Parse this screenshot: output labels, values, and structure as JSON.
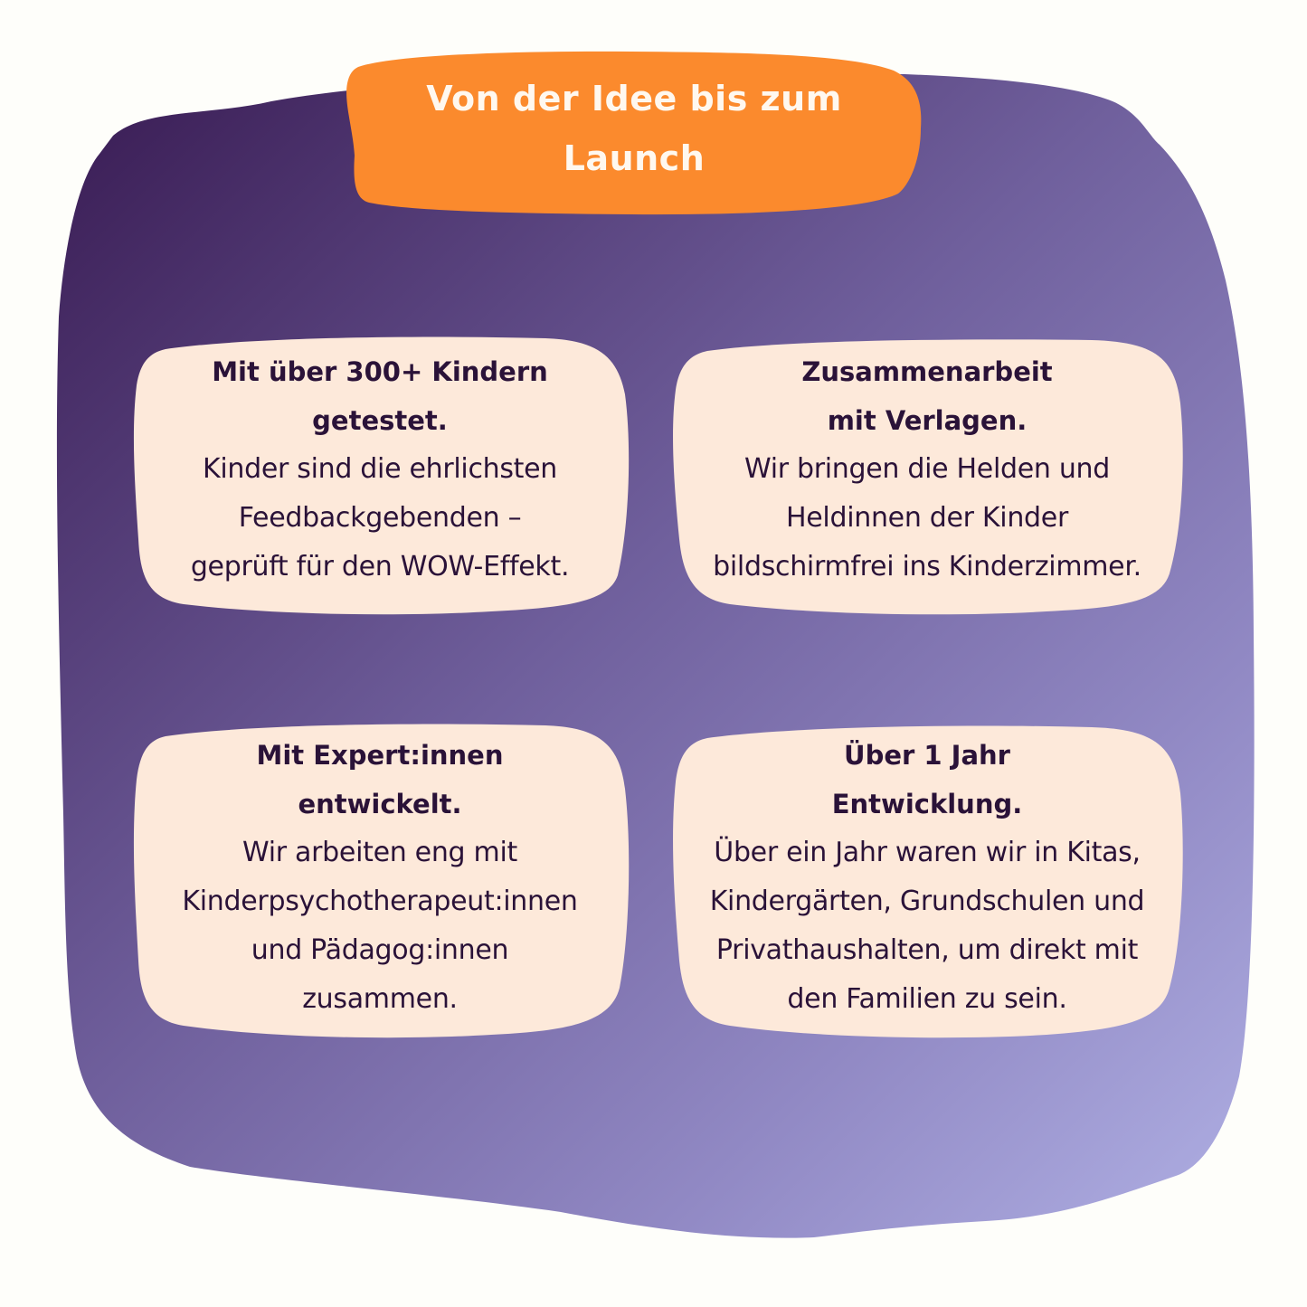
{
  "colors": {
    "page_background": "#fefefa",
    "blob_gradient_start": "#3a1d55",
    "blob_gradient_mid": "#7a6ea8",
    "blob_gradient_end": "#aaaadf",
    "banner_orange": "#fb8a2d",
    "banner_text": "#fff8ef",
    "card_background": "#fde9da",
    "card_text": "#2a1238"
  },
  "header": {
    "title_line1": "Von der Idee bis zum",
    "title_line2": "Launch"
  },
  "cards": [
    {
      "title_lines": [
        "Mit über 300+ Kindern",
        "getestet."
      ],
      "body_lines": [
        "Kinder sind die ehrlichsten",
        "Feedbackgebenden –",
        "geprüft für den WOW-Effekt."
      ]
    },
    {
      "title_lines": [
        "Zusammenarbeit",
        "mit Verlagen."
      ],
      "body_lines": [
        "Wir bringen die Helden und",
        "Heldinnen der Kinder",
        "bildschirmfrei ins Kinderzimmer."
      ]
    },
    {
      "title_lines": [
        "Mit Expert:innen",
        "entwickelt."
      ],
      "body_lines": [
        "Wir arbeiten eng mit",
        "Kinderpsychotherapeut:innen",
        "und Pädagog:innen",
        "zusammen."
      ]
    },
    {
      "title_lines": [
        "Über 1 Jahr",
        "Entwicklung."
      ],
      "body_lines": [
        "Über ein Jahr waren wir in Kitas,",
        "Kindergärten, Grundschulen und",
        "Privathaushalten, um direkt mit",
        "den Familien zu sein."
      ]
    }
  ]
}
